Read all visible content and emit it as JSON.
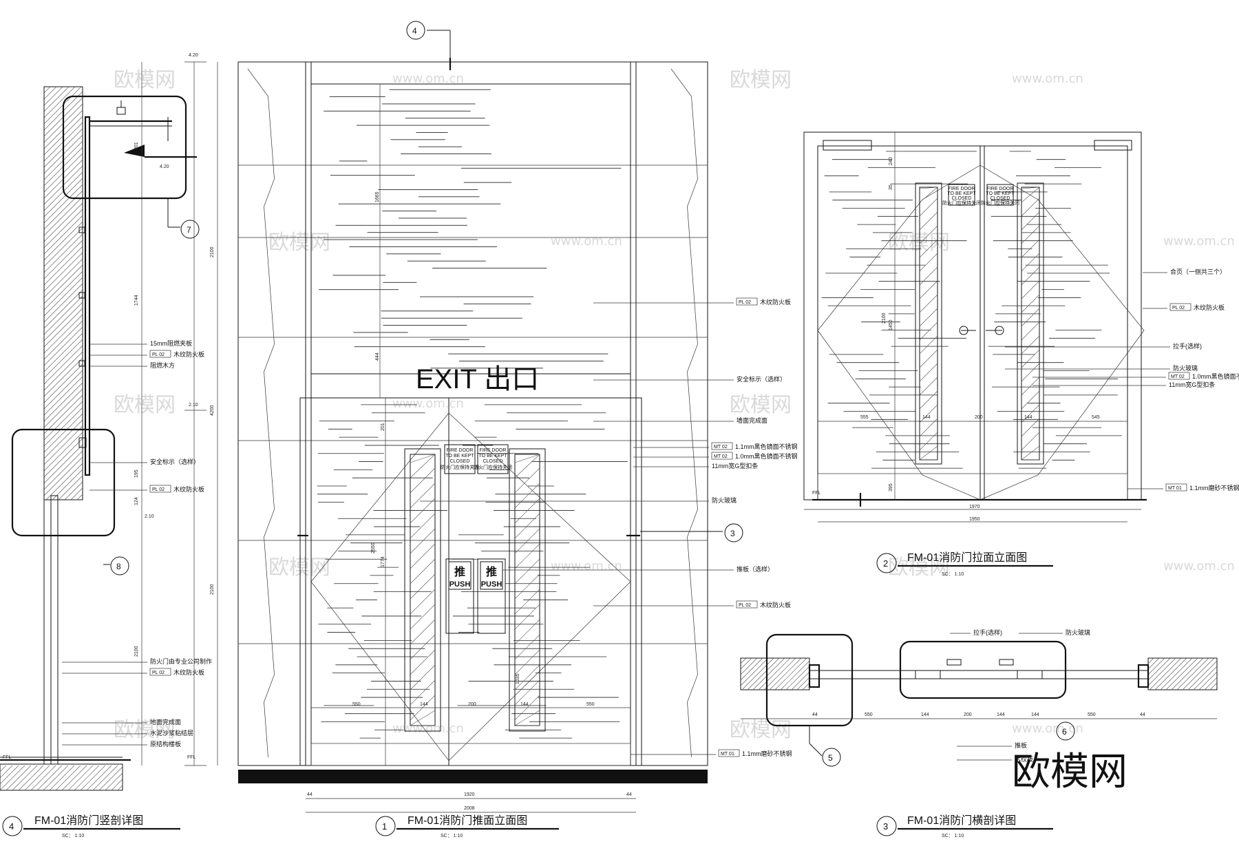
{
  "watermark": {
    "logo_text": "欧模网",
    "url_text": "www.om.cn",
    "corner_logo": "欧模网"
  },
  "views": [
    {
      "num": "4",
      "title": "FM-01消防门竖剖详图",
      "scale": "SC：  1:10"
    },
    {
      "num": "1",
      "title": "FM-01消防门推面立面图",
      "scale": "SC：  1:10"
    },
    {
      "num": "2",
      "title": "FM-01消防门拉面立面图",
      "scale": "SC：  1:10"
    },
    {
      "num": "3",
      "title": "FM-01消防门横剖详图",
      "scale": "SC：  1:10"
    }
  ],
  "callouts": {
    "c4": "4",
    "c7": "7",
    "c8": "8",
    "c3": "3",
    "c5": "5",
    "c6": "6"
  },
  "door": {
    "exit_sign": "EXIT 出口",
    "push_cn": "推",
    "push_en": "PUSH",
    "fire_sign_lines": [
      "FIRE DOOR",
      "TO BE KEPT",
      "CLOSED",
      "防火门应保持关闭"
    ],
    "ffl": "FFL"
  },
  "section4_labels": [
    {
      "code": "",
      "text": "15mm阻燃夹板"
    },
    {
      "code": "PL 02",
      "text": "木纹防火板"
    },
    {
      "code": "",
      "text": "阻燃木方"
    },
    {
      "code": "",
      "text": "安全标示（选样）"
    },
    {
      "code": "PL 02",
      "text": "木纹防火板"
    },
    {
      "code": "",
      "text": "防火门由专业公司制作"
    },
    {
      "code": "PL 02",
      "text": "木纹防火板"
    },
    {
      "code": "",
      "text": "地面完成面"
    },
    {
      "code": "",
      "text": "水泥沙浆粘结层"
    },
    {
      "code": "",
      "text": "原结构楼板"
    }
  ],
  "elev1_labels": [
    {
      "code": "PL 02",
      "text": "木纹防火板"
    },
    {
      "code": "",
      "text": "安全标示（选样）"
    },
    {
      "code": "",
      "text": "墙面完成面"
    },
    {
      "code": "MT 02",
      "text": "1.1mm黑色镜面不锈钢"
    },
    {
      "code": "MT 02",
      "text": "1.0mm黑色镜面不锈钢"
    },
    {
      "code": "",
      "text": "11mm宽G型扣条"
    },
    {
      "code": "",
      "text": "防火玻璃"
    },
    {
      "code": "",
      "text": "推板（选样）"
    },
    {
      "code": "PL 02",
      "text": "木纹防火板"
    },
    {
      "code": "MT 01",
      "text": "1.1mm磨砂不锈钢"
    }
  ],
  "elev2_labels": [
    {
      "code": "",
      "text": "合页（一侧共三个）"
    },
    {
      "code": "PL 02",
      "text": "木纹防火板"
    },
    {
      "code": "",
      "text": "拉手(选样)"
    },
    {
      "code": "",
      "text": "防火玻璃"
    },
    {
      "code": "MT 02",
      "text": "1.0mm黑色镜面不锈钢"
    },
    {
      "code": "",
      "text": "11mm宽G型扣条"
    },
    {
      "code": "MT 01",
      "text": "1.1mm磨砂不锈钢"
    }
  ],
  "section3_labels": [
    {
      "code": "",
      "text": "拉手(选样)"
    },
    {
      "code": "",
      "text": "防火玻璃"
    },
    {
      "code": "",
      "text": "推板"
    },
    {
      "code": "",
      "text": "木纹板"
    }
  ],
  "dims": {
    "elev1_bottom": [
      "44",
      "1920",
      "44",
      "2008"
    ],
    "elev1_door": [
      "550",
      "144",
      "200",
      "144",
      "550"
    ],
    "elev1_vertical": [
      "2100",
      "4200",
      "2100",
      "1665",
      "444",
      "201",
      "2550",
      "1774",
      "1035"
    ],
    "elev2_bottom": [
      "1950",
      "1970"
    ],
    "elev2_door": [
      "555",
      "144",
      "200",
      "144",
      "545"
    ],
    "elev2_vertical": [
      "240",
      "35",
      "1450",
      "2100",
      "395"
    ],
    "sec3_bottom": [
      "44",
      "550",
      "144",
      "200",
      "144",
      "144",
      "550",
      "44"
    ],
    "sec4": [
      "4.20",
      "2.10",
      "4.20",
      "2.10",
      "1744",
      "195",
      "124",
      "2100",
      "201"
    ]
  }
}
